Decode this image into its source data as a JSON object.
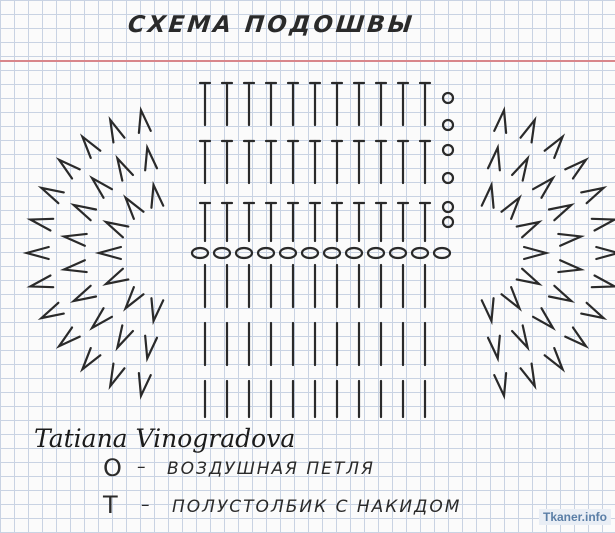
{
  "title": "СХЕМА ПОДОШВЫ",
  "signature": "Tatiana Vinogradova",
  "legend": [
    {
      "symbol": "O",
      "dash": "–",
      "text": "ВОЗДУШНАЯ ПЕТЛЯ"
    },
    {
      "symbol": "T",
      "dash": "–",
      "text": "ПОЛУСТОЛБИК С НАКИДОМ"
    }
  ],
  "watermark": "Tkaner.info",
  "symbol_icons": {
    "chain": "chain-stitch-icon",
    "stitch": "half-double-crochet-icon",
    "increase": "v-increase-icon"
  },
  "ink_color": "#2a2a2a",
  "grid_color": "#c9d3e3",
  "margin_color": "#d9868a"
}
